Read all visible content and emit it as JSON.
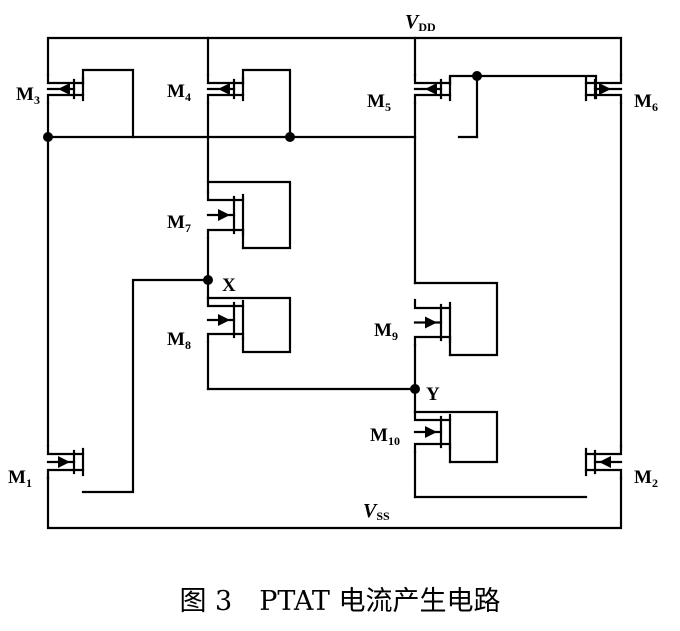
{
  "supply": {
    "vdd_main": "V",
    "vdd_sub": "DD",
    "vss_main": "V",
    "vss_sub": "SS"
  },
  "transistors": {
    "m1": {
      "main": "M",
      "sub": "1"
    },
    "m2": {
      "main": "M",
      "sub": "2"
    },
    "m3": {
      "main": "M",
      "sub": "3"
    },
    "m4": {
      "main": "M",
      "sub": "4"
    },
    "m5": {
      "main": "M",
      "sub": "5"
    },
    "m6": {
      "main": "M",
      "sub": "6"
    },
    "m7": {
      "main": "M",
      "sub": "7"
    },
    "m8": {
      "main": "M",
      "sub": "8"
    },
    "m9": {
      "main": "M",
      "sub": "9"
    },
    "m10": {
      "main": "M",
      "sub": "10"
    }
  },
  "nodes": {
    "x": "X",
    "y": "Y"
  },
  "caption": "图 3　PTAT 电流产生电路"
}
